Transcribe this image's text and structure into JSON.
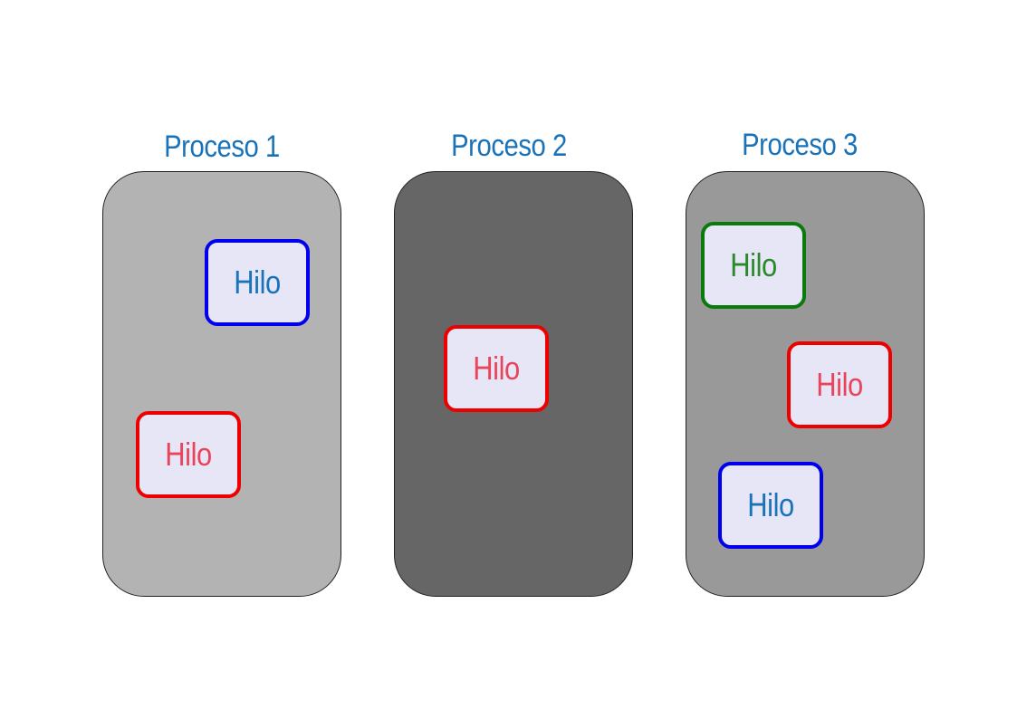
{
  "processes": [
    {
      "title": "Proceso 1",
      "fill": "#b3b3b3",
      "threads": [
        {
          "label": "Hilo",
          "border": "#0000ee",
          "text_color": "#1a73b8"
        },
        {
          "label": "Hilo",
          "border": "#ee0000",
          "text_color": "#e8455a"
        }
      ]
    },
    {
      "title": "Proceso 2",
      "fill": "#666666",
      "threads": [
        {
          "label": "Hilo",
          "border": "#ee0000",
          "text_color": "#e8455a"
        }
      ]
    },
    {
      "title": "Proceso 3",
      "fill": "#999999",
      "threads": [
        {
          "label": "Hilo",
          "border": "#0a7a0a",
          "text_color": "#2a8a2a"
        },
        {
          "label": "Hilo",
          "border": "#ee0000",
          "text_color": "#e8455a"
        },
        {
          "label": "Hilo",
          "border": "#0000ee",
          "text_color": "#1a73b8"
        }
      ]
    }
  ]
}
